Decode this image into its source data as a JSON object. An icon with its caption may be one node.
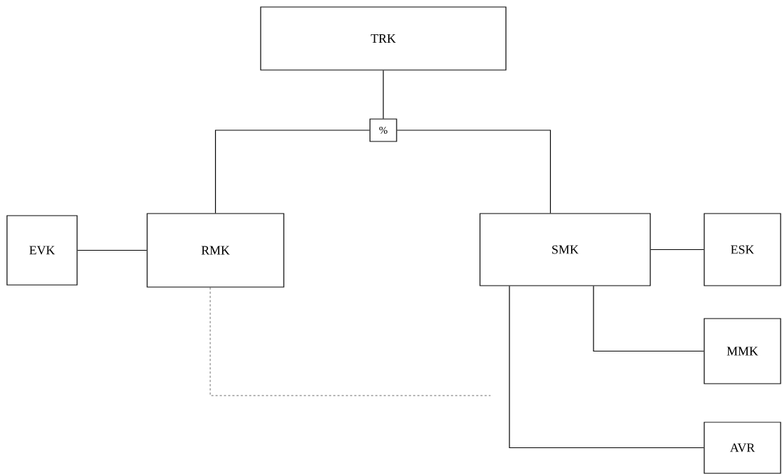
{
  "diagram": {
    "nodes": [
      {
        "text": [
          "TRK"
        ]
      },
      {
        "text": [
          "%"
        ]
      },
      {
        "text": [
          "EVK"
        ]
      },
      {
        "text": [
          "RMK"
        ]
      },
      {
        "text": [
          "SMK"
        ]
      },
      {
        "text": [
          "ESK"
        ]
      },
      {
        "text": [
          "MMK"
        ]
      },
      {
        "text": [
          "AVR"
        ]
      }
    ],
    "edges": [
      {
        "from": 0,
        "to": 1,
        "arrow": "none"
      },
      {
        "from": 1,
        "to": 3,
        "arrow": "none"
      },
      {
        "from": 1,
        "to": 4,
        "arrow": "none"
      },
      {
        "from": 2,
        "to": 3,
        "arrow": "none"
      },
      {
        "from": 4,
        "to": 5,
        "arrow": "none"
      },
      {
        "from": 4,
        "to": 6,
        "arrow": "none"
      },
      {
        "from": 4,
        "to": 7,
        "arrow": "none"
      },
      {
        "from": 3,
        "to": null,
        "arrow": "none",
        "style": "dashed"
      }
    ]
  }
}
